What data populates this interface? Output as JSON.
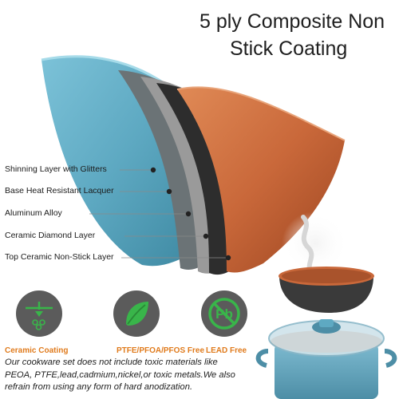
{
  "title": {
    "line1": "5 ply Composite Non",
    "line2": "Stick Coating"
  },
  "layers": [
    {
      "label": "Shinning Layer  with Glitters",
      "color": "#5ea9c2"
    },
    {
      "label": "Base Heat Resistant Lacquer",
      "color": "#6b7376"
    },
    {
      "label": "Aluminum Alloy",
      "color": "#9a9a9a"
    },
    {
      "label": "Ceramic Diamond Layer",
      "color": "#2d2d2d"
    },
    {
      "label": "Top Ceramic Non-Stick Layer",
      "color": "#c9683a"
    }
  ],
  "badges": [
    {
      "caption": "Ceramic Coating",
      "caption_color": "#e07b1d",
      "icon": "scale-crystals-icon"
    },
    {
      "caption": "PTFE/PFOA/PFOS Free",
      "caption_color": "#e07b1d",
      "icon": "leaf-icon"
    },
    {
      "caption": "LEAD Free",
      "caption_color": "#e07b1d",
      "icon": "no-pb-icon"
    }
  ],
  "disclaimer": "Our cookware set does not include toxic materials like PEOA, PTFE,lead,cadmium,nickel,or toxic metals.We also refrain from using any form of hard anodization.",
  "colors": {
    "accent_green": "#39b54a",
    "badge_bg": "#5b5b5b",
    "pot_blue": "#6aa9bf",
    "copper": "#c9683a"
  }
}
